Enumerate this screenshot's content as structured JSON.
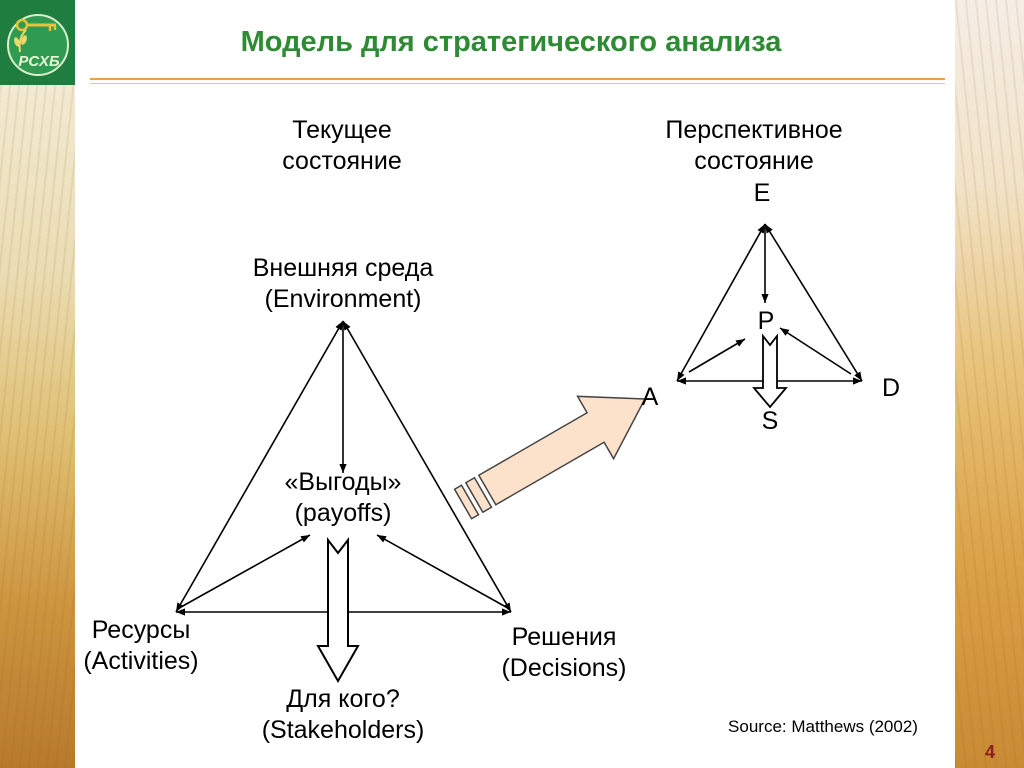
{
  "slide": {
    "title": "Модель для стратегического анализа",
    "source": "Source: Matthews (2002)",
    "page_number": "4",
    "logo_text": "РСХБ"
  },
  "current_model": {
    "heading": [
      "Текущее",
      "состояние"
    ],
    "environment": [
      "Внешняя среда",
      "(Environment)"
    ],
    "payoffs": [
      "«Выгоды»",
      "(payoffs)"
    ],
    "resources": [
      "Ресурсы",
      "(Activities)"
    ],
    "decisions": [
      "Решения",
      "(Decisions)"
    ],
    "stakeholders": [
      "Для кого?",
      "(Stakeholders)"
    ]
  },
  "future_model": {
    "heading": [
      "Перспективное",
      "состояние"
    ],
    "vertex_e": "E",
    "vertex_a": "A",
    "vertex_d": "D",
    "center_p": "P",
    "bottom_s": "S"
  },
  "colors": {
    "title": "#2e8b34",
    "rule": "#e9a43a",
    "arrow_fill": "#fde2cb",
    "page_number": "#8b1e1e",
    "logo_bg": "#1f7d3f"
  }
}
